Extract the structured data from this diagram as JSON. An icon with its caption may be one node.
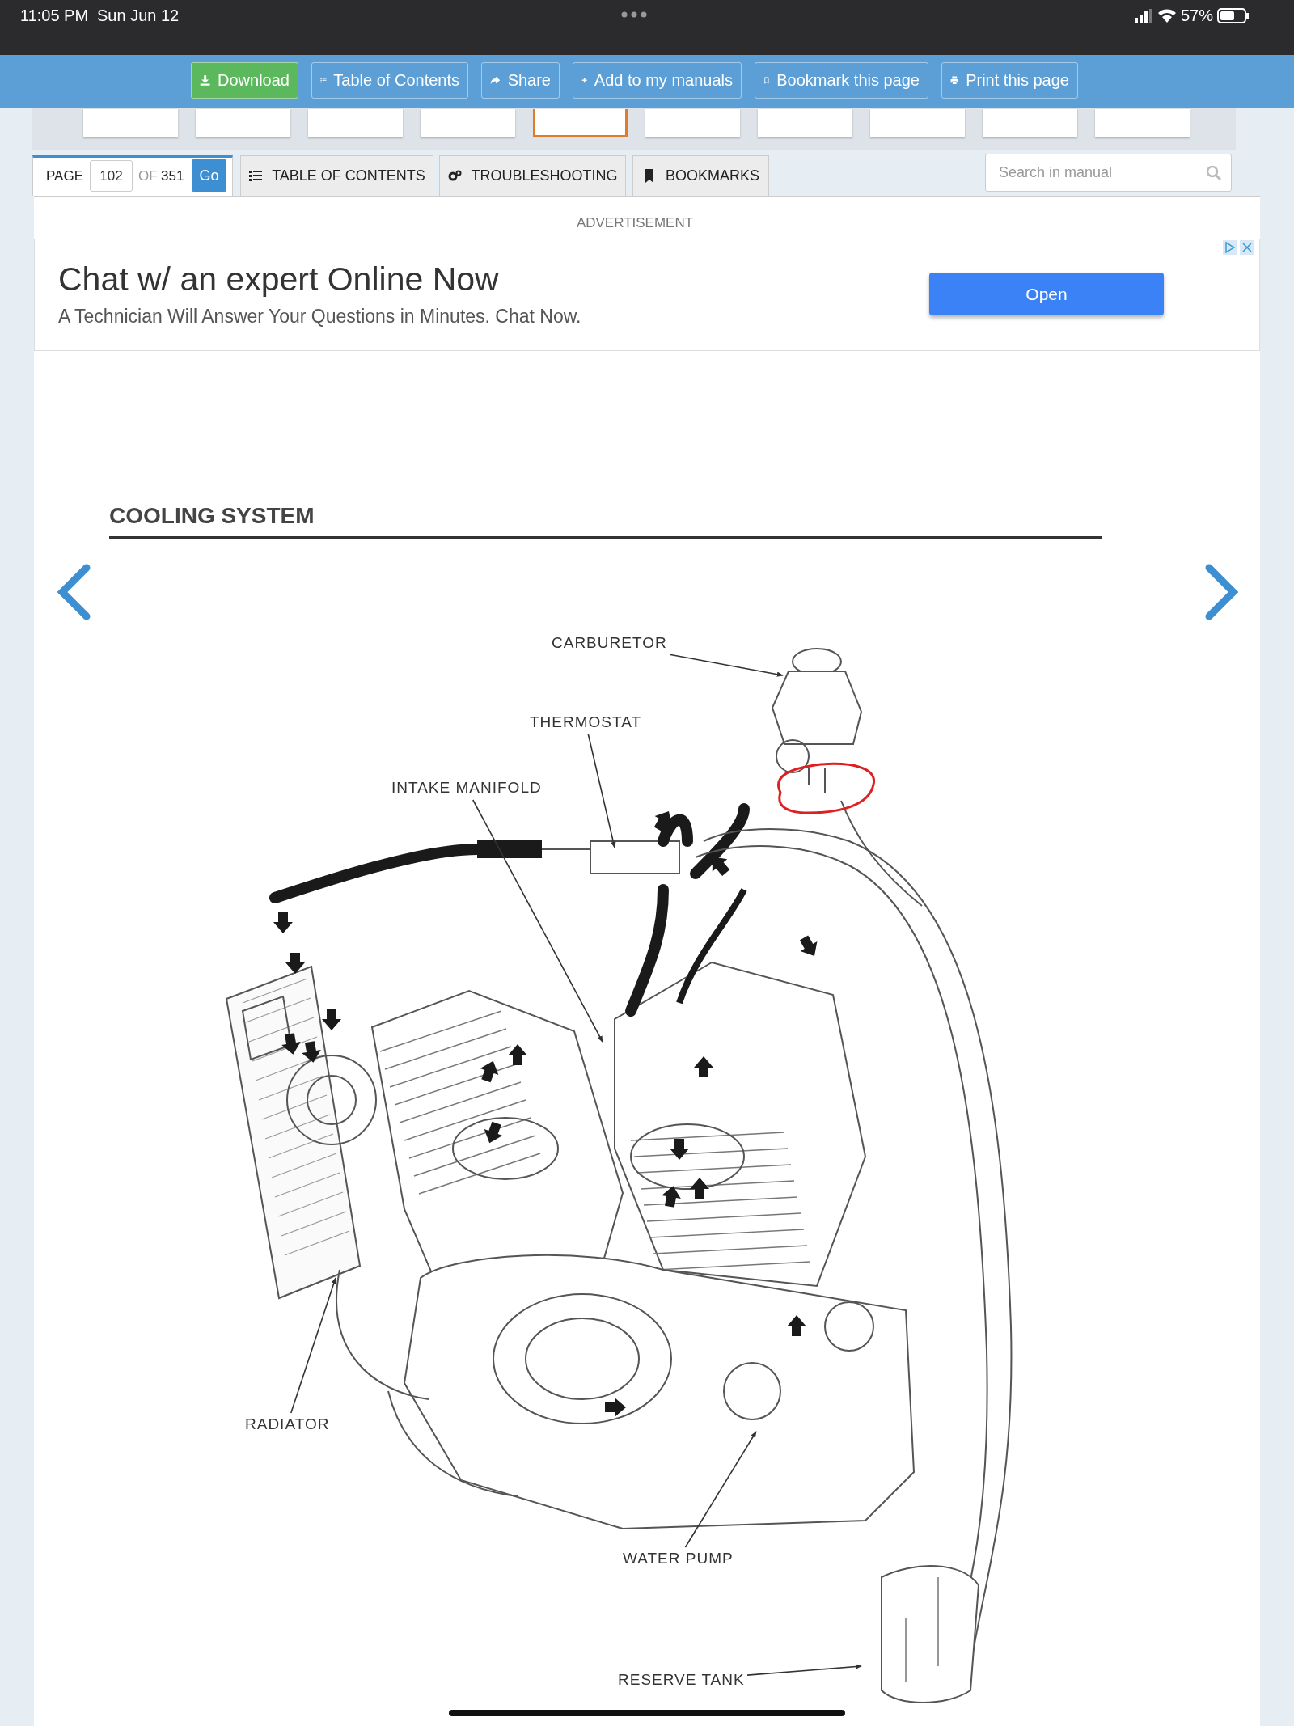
{
  "diagram": {
    "title": "COOLING SYSTEM",
    "nodes": [
      {
        "text": [
          "CARBURETOR"
        ]
      },
      {
        "text": [
          "THERMOSTAT"
        ]
      },
      {
        "text": [
          "INTAKE MANIFOLD"
        ]
      },
      {
        "text": [
          "RADIATOR"
        ]
      },
      {
        "text": [
          "WATER PUMP"
        ]
      },
      {
        "text": [
          "RESERVE TANK"
        ]
      }
    ],
    "edges": [
      {
        "from": 0,
        "to": null,
        "arrow": "to"
      },
      {
        "from": 1,
        "to": null,
        "arrow": "to"
      },
      {
        "from": 2,
        "to": null,
        "arrow": "to"
      },
      {
        "from": 3,
        "to": null,
        "arrow": "to"
      },
      {
        "from": 4,
        "to": null,
        "arrow": "to"
      },
      {
        "from": 5,
        "to": null,
        "arrow": "to"
      }
    ],
    "labels": [
      "11:05 PM",
      "Sun Jun 12",
      "57%",
      "Download",
      "Table of Contents",
      "Share",
      "Add to my manuals",
      "Bookmark this page",
      "Print this page",
      "PAGE",
      "102",
      "OF",
      "351",
      "Go",
      "TABLE OF CONTENTS",
      "TROUBLESHOOTING",
      "BOOKMARKS",
      "Search in manual",
      "ADVERTISEMENT",
      "Chat w/ an expert Online Now",
      "A Technician Will Answer Your Questions in Minutes. Chat Now.",
      "Open"
    ]
  }
}
